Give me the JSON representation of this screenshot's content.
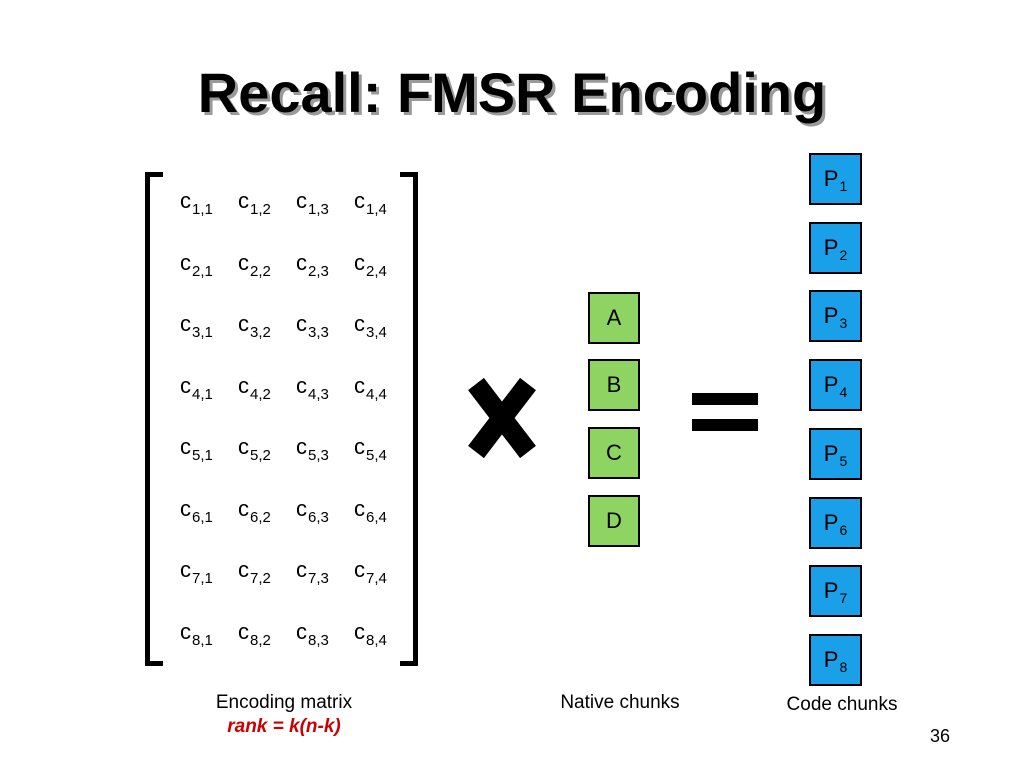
{
  "slide": {
    "title": "Recall: FMSR Encoding",
    "page_number": "36"
  },
  "matrix": {
    "symbol": "c",
    "rows": [
      [
        "1,1",
        "1,2",
        "1,3",
        "1,4"
      ],
      [
        "2,1",
        "2,2",
        "2,3",
        "2,4"
      ],
      [
        "3,1",
        "3,2",
        "3,3",
        "3,4"
      ],
      [
        "4,1",
        "4,2",
        "4,3",
        "4,4"
      ],
      [
        "5,1",
        "5,2",
        "5,3",
        "5,4"
      ],
      [
        "6,1",
        "6,2",
        "6,3",
        "6,4"
      ],
      [
        "7,1",
        "7,2",
        "7,3",
        "7,4"
      ],
      [
        "8,1",
        "8,2",
        "8,3",
        "8,4"
      ]
    ],
    "label": "Encoding matrix",
    "rank_label": "rank = k(n-k)"
  },
  "native_chunks": {
    "items": [
      "A",
      "B",
      "C",
      "D"
    ],
    "label": "Native chunks",
    "color": "#8ed462"
  },
  "code_chunks": {
    "symbol": "P",
    "items": [
      "1",
      "2",
      "3",
      "4",
      "5",
      "6",
      "7",
      "8"
    ],
    "label": "Code chunks",
    "color": "#1aa0e8"
  },
  "colors": {
    "rank_text": "#cc0000"
  }
}
